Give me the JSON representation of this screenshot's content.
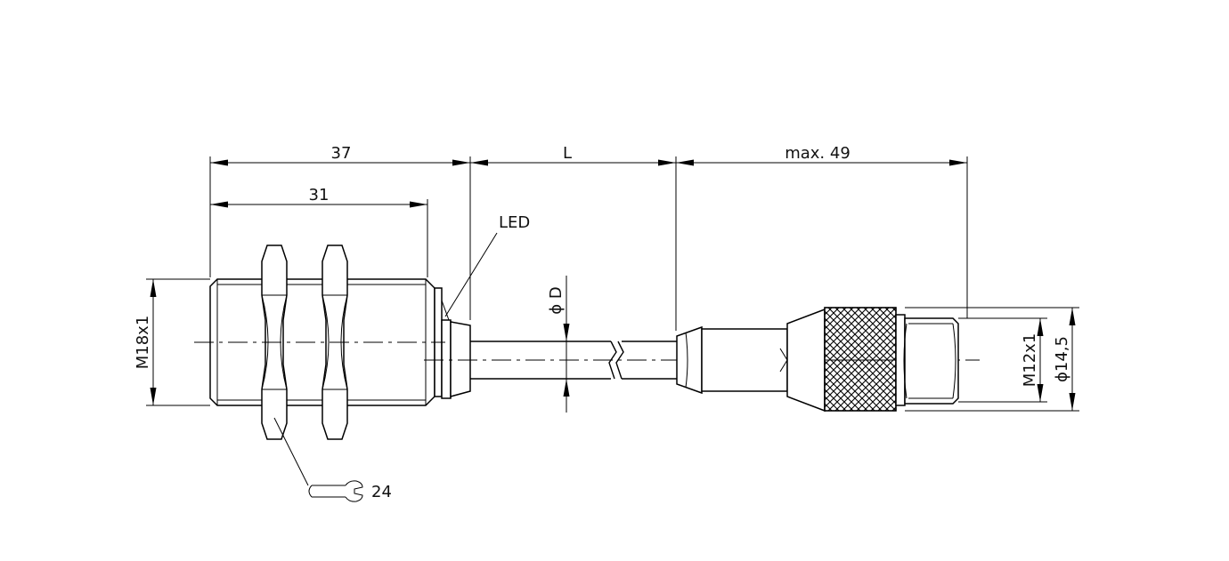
{
  "dimensions": {
    "overall_length": "37",
    "thread_length": "31",
    "cable_length": "L",
    "connector_length": "max. 49",
    "thread_size": "M18x1",
    "cable_diameter": "ϕ D",
    "connector_thread": "M12x1",
    "connector_diameter": "ϕ14,5",
    "wrench_size": "24"
  },
  "labels": {
    "led": "LED"
  },
  "icons": {
    "wrench": "open-end-wrench-icon"
  }
}
